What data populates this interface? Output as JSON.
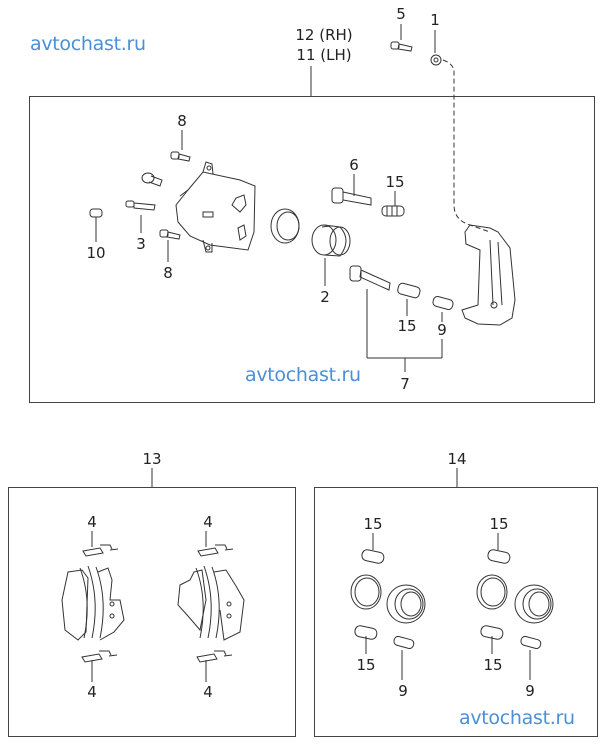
{
  "watermark": {
    "top": "avtochast.ru",
    "middle": "avtochast.ru",
    "bottom": "avtochast.ru",
    "color": "#4a8fd8"
  },
  "main_assembly": {
    "label_rh": "12 (RH)",
    "label_lh": "11 (LH)",
    "callouts": {
      "nut": "1",
      "bolt_top": "5",
      "piston": "2",
      "bleeder_bolt": "3",
      "mount_bolt_top": "8",
      "mount_bolt_bottom": "8",
      "guide_pin_upper": "6",
      "boot_upper": "15",
      "boot_lower": "15",
      "bushing": "9",
      "guide_pin_kit": "7",
      "cap": "10"
    }
  },
  "pad_kit": {
    "label": "13",
    "callouts": {
      "clip_tl": "4",
      "clip_tr": "4",
      "clip_bl": "4",
      "clip_br": "4"
    }
  },
  "seal_kit": {
    "label": "14",
    "callouts": {
      "boot_tl": "15",
      "boot_tr": "15",
      "boot_bl": "15",
      "boot_br": "15",
      "bush_l": "9",
      "bush_r": "9"
    }
  }
}
